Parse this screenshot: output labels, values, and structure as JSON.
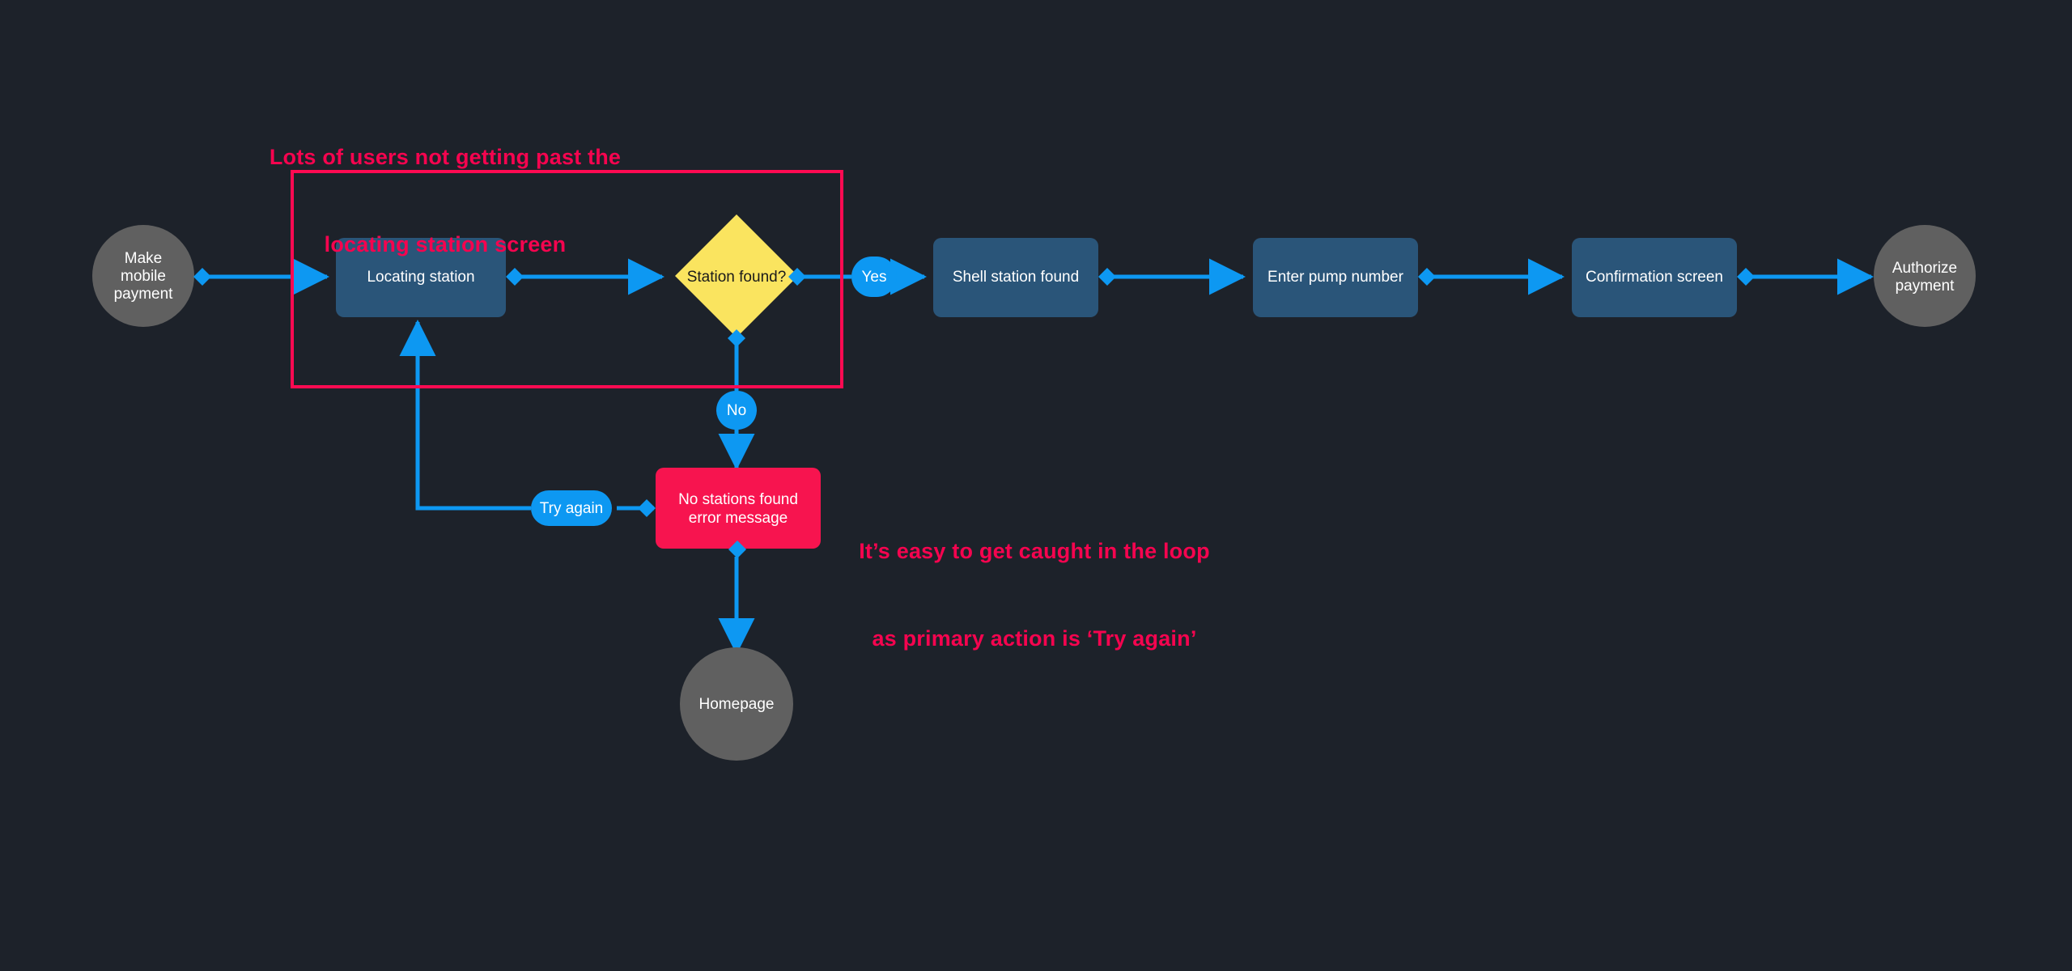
{
  "diagram": {
    "title": "Mobile payment station-locating flow",
    "background_color": "#1d222a",
    "colors": {
      "process_fill": "#2a5579",
      "terminator_fill": "#606060",
      "decision_fill": "#fae45f",
      "error_fill": "#f7144f",
      "connector": "#0d98f2",
      "annotation": "#f5044f",
      "highlight_outline": "#ff0a52"
    },
    "nodes": [
      {
        "id": "make-mobile-payment",
        "shape": "circle",
        "label_line1": "Make",
        "label_line2": "mobile",
        "label_line3": "payment"
      },
      {
        "id": "locating-station",
        "shape": "process",
        "label": "Locating station"
      },
      {
        "id": "station-found",
        "shape": "decision",
        "label": "Station found?"
      },
      {
        "id": "shell-station-found",
        "shape": "process",
        "label": "Shell station found"
      },
      {
        "id": "enter-pump-number",
        "shape": "process",
        "label": "Enter pump number"
      },
      {
        "id": "confirmation-screen",
        "shape": "process",
        "label": "Confirmation screen"
      },
      {
        "id": "authorize-payment",
        "shape": "circle",
        "label_line1": "Authorize",
        "label_line2": "payment"
      },
      {
        "id": "no-stations-found",
        "shape": "error",
        "label_line1": "No stations found",
        "label_line2": "error message"
      },
      {
        "id": "homepage",
        "shape": "circle",
        "label": "Homepage"
      }
    ],
    "edge_labels": {
      "yes": "Yes",
      "no": "No",
      "try_again": "Try again"
    },
    "annotations": [
      {
        "id": "locating-station-dropoff",
        "line1": "Lots of users not getting past the",
        "line2": "locating station screen"
      },
      {
        "id": "try-again-loop",
        "line1": "It’s easy to get caught in the loop",
        "line2": "as primary action is ‘Try again’"
      }
    ]
  }
}
